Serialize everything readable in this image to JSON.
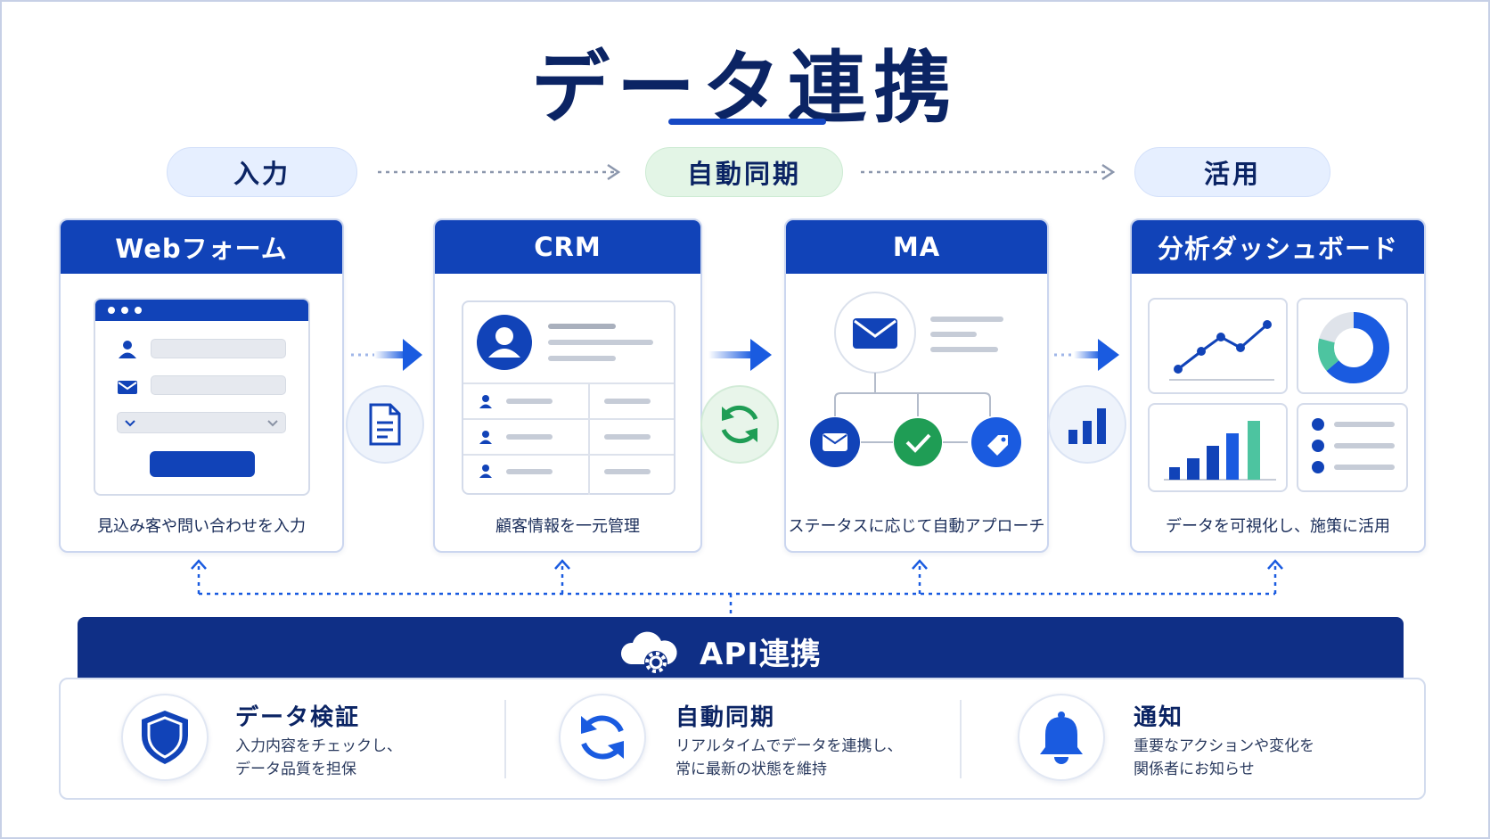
{
  "title": "データ連携",
  "stages": {
    "input": "入力",
    "sync": "自動同期",
    "use": "活用"
  },
  "cards": [
    {
      "title": "Webフォーム",
      "desc": "見込み客や問い合わせを入力"
    },
    {
      "title": "CRM",
      "desc": "顧客情報を一元管理"
    },
    {
      "title": "MA",
      "desc": "ステータスに応じて自動アプローチ"
    },
    {
      "title": "分析ダッシュボード",
      "desc": "データを可視化し、施策に活用"
    }
  ],
  "api": {
    "label": "API連携"
  },
  "features": [
    {
      "title": "データ検証",
      "desc1": "入力内容をチェックし、",
      "desc2": "データ品質を担保",
      "icon": "shield-icon"
    },
    {
      "title": "自動同期",
      "desc1": "リアルタイムでデータを連携し、",
      "desc2": "常に最新の状態を維持",
      "icon": "sync-icon"
    },
    {
      "title": "通知",
      "desc1": "重要なアクションや変化を",
      "desc2": "関係者にお知らせ",
      "icon": "bell-icon"
    }
  ],
  "colors": {
    "primary": "#1143b8",
    "navy": "#0f2f86",
    "accent_blue": "#1a5be0",
    "green": "#1f9d55",
    "teal": "#4dc4a0"
  }
}
